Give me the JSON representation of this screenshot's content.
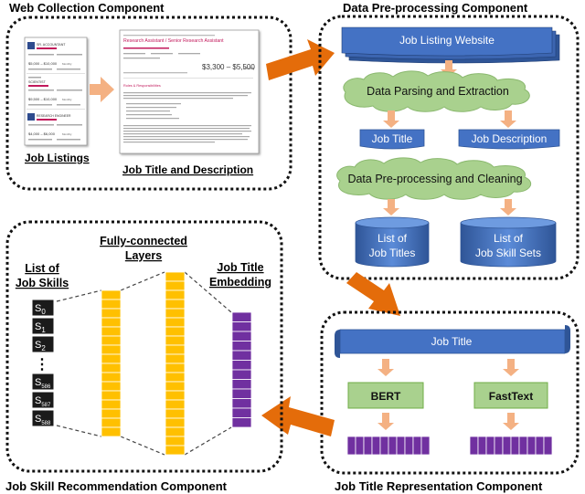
{
  "components": {
    "web_collection": {
      "title": "Web Collection Component",
      "listings_label": "Job Listings",
      "description_label": "Job Title and Description",
      "listing_cards": [
        {
          "title": "SR. ACCOUNTANT",
          "salary": "$5,000 – $10,000",
          "period": "Monthly"
        },
        {
          "title": "SCIENTIST",
          "salary": "$9,500 – $10,000",
          "period": "Monthly"
        },
        {
          "title": "RESEARCH ENGINEER",
          "salary": "$4,000 – $6,000",
          "period": "Monthly"
        }
      ],
      "posting": {
        "title": "Research Assistant / Senior Research Assistant",
        "salary": "$3,300 – $5,500",
        "period": "Monthly",
        "section": "Roles & Responsibilities"
      }
    },
    "preprocessing": {
      "title": "Data Pre-processing Component",
      "website": "Job Listing Website",
      "parsing": "Data Parsing and Extraction",
      "job_title": "Job Title",
      "job_description": "Job Description",
      "cleaning": "Data Pre-processing and Cleaning",
      "titles_db": [
        "List of",
        "Job Titles"
      ],
      "skills_db": [
        "List of",
        "Job Skill Sets"
      ]
    },
    "representation": {
      "title": "Job Title Representation Component",
      "job_title": "Job Title",
      "bert": "BERT",
      "fasttext": "FastText"
    },
    "recommendation": {
      "title": "Job Skill Recommendation Component",
      "fc_label": [
        "Fully-connected",
        "Layers"
      ],
      "skills_label": [
        "List of",
        "Job Skills"
      ],
      "embedding_label": [
        "Job Title",
        "Embedding"
      ],
      "skills": [
        {
          "base": "S",
          "sub": "0"
        },
        {
          "base": "S",
          "sub": "1"
        },
        {
          "base": "S",
          "sub": "2"
        },
        {
          "base": "S",
          "sub": "586"
        },
        {
          "base": "S",
          "sub": "587"
        },
        {
          "base": "S",
          "sub": "588"
        }
      ],
      "ellipsis": "⋮"
    }
  },
  "colors": {
    "blue": "#4472C4",
    "blue_dark": "#2F5597",
    "green": "#A9D18E",
    "orange_arrow": "#E46C0A",
    "salmon_arrow": "#F4B183",
    "yellow": "#FFC000",
    "purple": "#7030A0"
  }
}
